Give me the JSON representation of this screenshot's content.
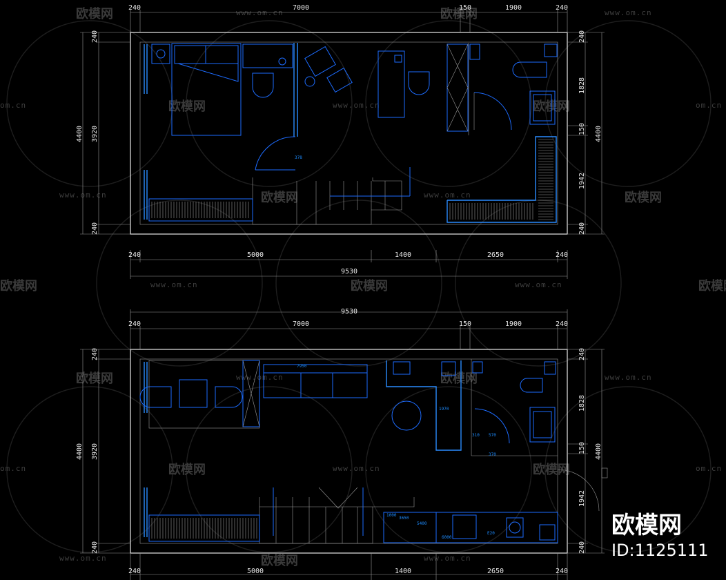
{
  "drawing": {
    "plan_top": {
      "top_dims": [
        "240",
        "7000",
        "150",
        "1900",
        "240"
      ],
      "bottom_dims": [
        "240",
        "5000",
        "1400",
        "2650",
        "240"
      ],
      "overall_width": "9530",
      "left_dims": [
        "240",
        "3920",
        "240"
      ],
      "left_total": "4400",
      "right_dims": [
        "240",
        "1828",
        "150",
        "1942",
        "240"
      ],
      "right_total": "4400",
      "inner_labels": [
        "378"
      ]
    },
    "plan_bottom": {
      "overall_width": "9530",
      "top_dims": [
        "240",
        "7000",
        "150",
        "1900",
        "240"
      ],
      "bottom_dims": [
        "240",
        "5000",
        "1400",
        "2650",
        "240"
      ],
      "left_dims": [
        "240",
        "3920",
        "240"
      ],
      "left_total": "4400",
      "right_dims": [
        "240",
        "1828",
        "150",
        "1942",
        "240"
      ],
      "right_total": "4400",
      "inner_labels": [
        "7950",
        "1970",
        "370",
        "310",
        "570",
        "1000",
        "3650",
        "5400",
        "E20",
        "6000"
      ]
    }
  },
  "watermark": {
    "brand_text": "欧模网",
    "url_text": "www.om.cn",
    "url_short": "om.cn"
  },
  "branding": {
    "logo_text": "欧模网",
    "id_text": "ID:1125111"
  }
}
